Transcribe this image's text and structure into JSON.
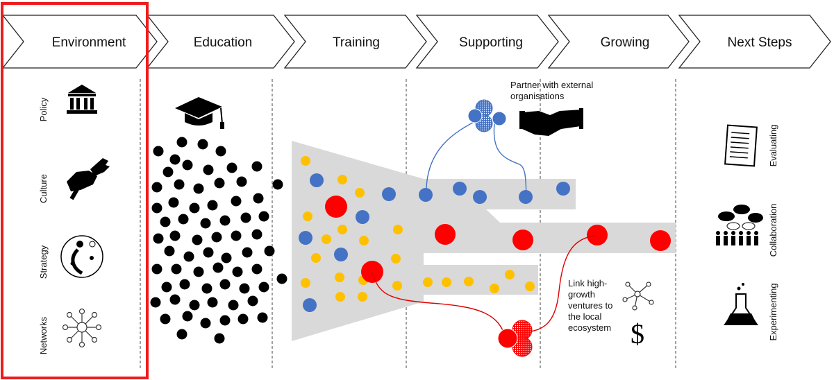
{
  "stages": [
    {
      "label": "Environment",
      "highlighted": true
    },
    {
      "label": "Education"
    },
    {
      "label": "Training"
    },
    {
      "label": "Supporting"
    },
    {
      "label": "Growing"
    },
    {
      "label": "Next Steps"
    }
  ],
  "environment_items": [
    {
      "label": "Policy",
      "icon": "government-building-icon"
    },
    {
      "label": "Culture",
      "icon": "hand-wrench-icon"
    },
    {
      "label": "Strategy",
      "icon": "strategy-map-icon"
    },
    {
      "label": "Networks",
      "icon": "network-people-icon"
    }
  ],
  "next_steps_items": [
    {
      "label": "Evaluating",
      "icon": "checklist-icon"
    },
    {
      "label": "Collaboration",
      "icon": "group-discussion-icon"
    },
    {
      "label": "Experimenting",
      "icon": "flask-icon"
    }
  ],
  "notes": {
    "partner": [
      "Partner with external",
      "organisations"
    ],
    "link": [
      "Link high-",
      "growth",
      "ventures to",
      "the local",
      "ecosystem"
    ]
  },
  "colors": {
    "highlight": "#ee1c1c",
    "black_dot": "#000000",
    "blue_dot": "#4472c4",
    "yellow_dot": "#ffc000",
    "red_dot": "#ff0000",
    "funnel": "#d9d9d9",
    "blue_line": "#4472c4",
    "red_line": "#e00000"
  },
  "icons": {
    "education": "graduation-cap-icon",
    "partner": "handshake-icon",
    "link_network": "network-icon",
    "link_money": "dollar-icon",
    "blue_cluster": "blue-cluster-icon",
    "red_cluster": "red-cluster-icon"
  }
}
